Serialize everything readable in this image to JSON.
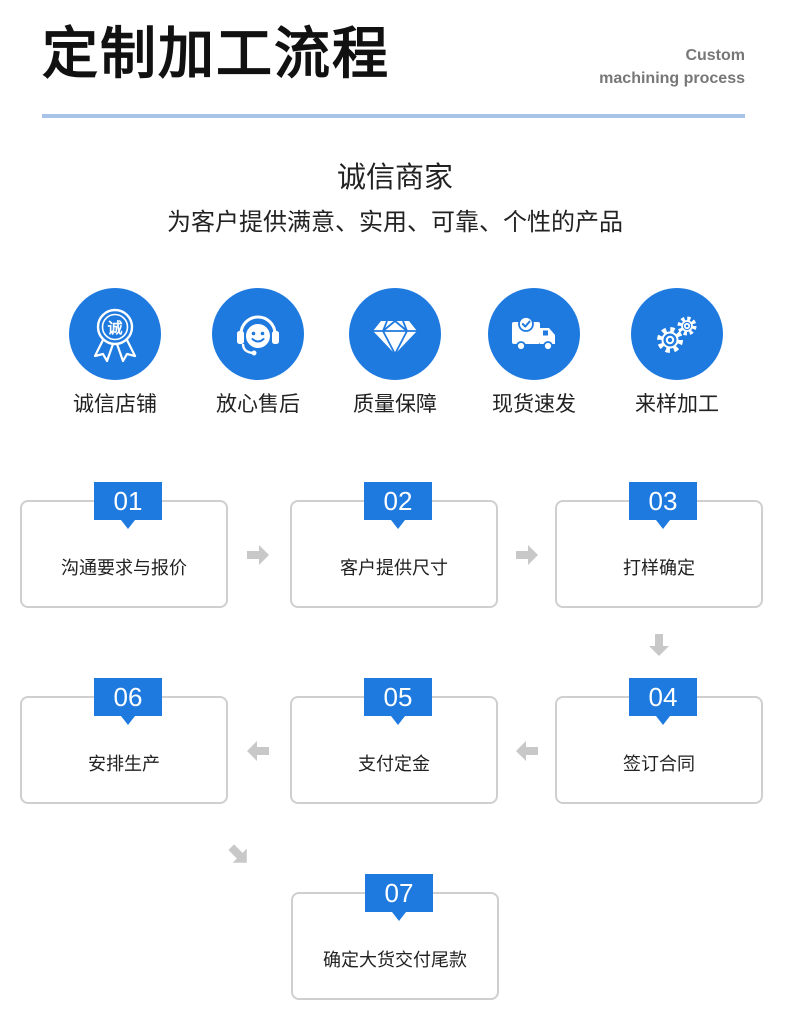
{
  "header": {
    "title": "定制加工流程",
    "subtitle_line1": "Custom",
    "subtitle_line2": "machining process"
  },
  "slogan": {
    "line1": "诚信商家",
    "line2": "为客户提供满意、实用、可靠、个性的产品"
  },
  "features": [
    {
      "label": "诚信店铺",
      "icon": "ribbon-medal-icon",
      "icon_text": "诚"
    },
    {
      "label": "放心售后",
      "icon": "headset-smiley-icon"
    },
    {
      "label": "质量保障",
      "icon": "diamond-icon"
    },
    {
      "label": "现货速发",
      "icon": "delivery-truck-icon"
    },
    {
      "label": "来样加工",
      "icon": "gears-icon"
    }
  ],
  "steps": [
    {
      "num": "01",
      "label": "沟通要求与报价"
    },
    {
      "num": "02",
      "label": "客户提供尺寸"
    },
    {
      "num": "03",
      "label": "打样确定"
    },
    {
      "num": "04",
      "label": "签订合同"
    },
    {
      "num": "05",
      "label": "支付定金"
    },
    {
      "num": "06",
      "label": "安排生产"
    },
    {
      "num": "07",
      "label": "确定大货交付尾款"
    }
  ],
  "colors": {
    "accent": "#1f7ae0",
    "rule": "#a9c3e8",
    "arrow": "#c8c8c8",
    "box_border": "#cfcfcf"
  }
}
